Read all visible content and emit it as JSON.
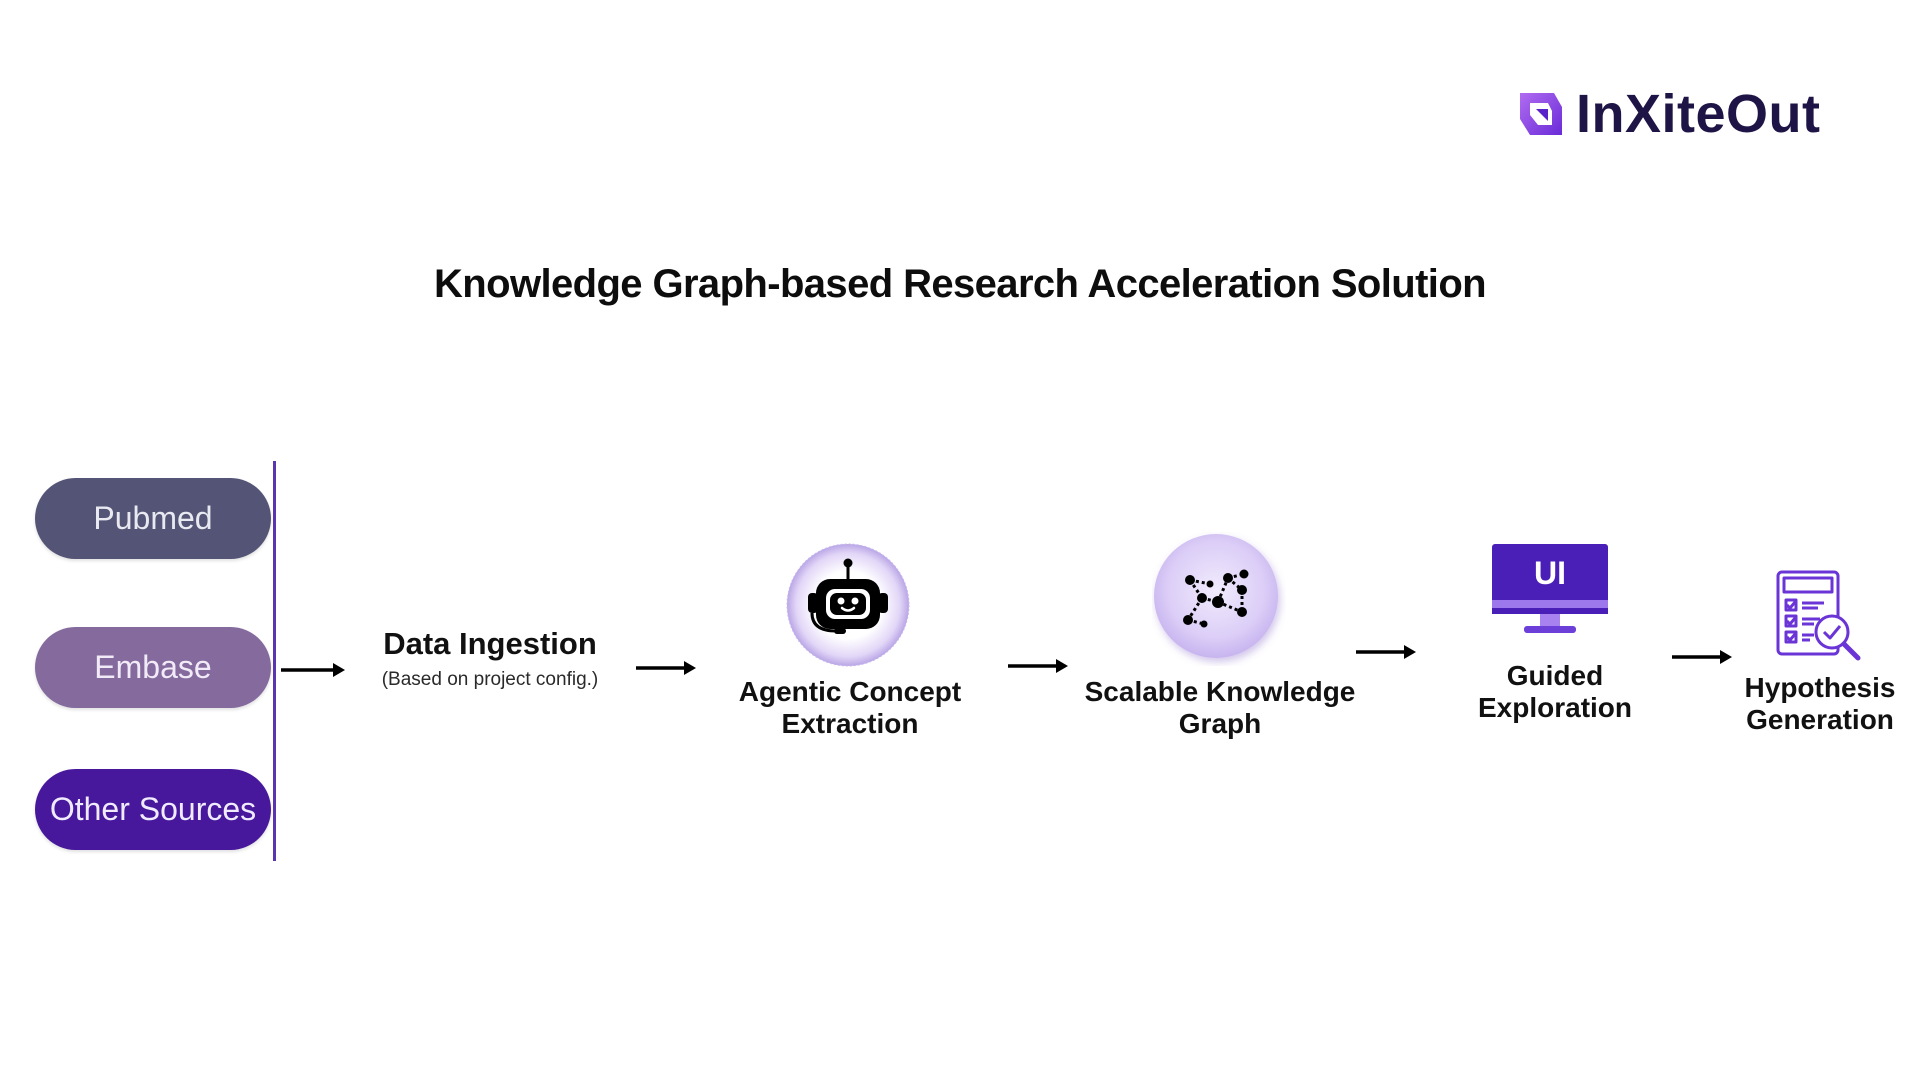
{
  "logo": {
    "text": "InXiteOut"
  },
  "title": "Knowledge Graph-based Research Acceleration Solution",
  "sources": [
    "Pubmed",
    "Embase",
    "Other Sources"
  ],
  "ingestion": {
    "label": "Data Ingestion",
    "note": "(Based on project config.)"
  },
  "stages": [
    {
      "label": "Agentic Concept Extraction",
      "icon": "robot-icon"
    },
    {
      "label": "Scalable Knowledge Graph",
      "icon": "graph-network-icon"
    },
    {
      "label": "Guided Exploration",
      "icon": "ui-monitor-icon",
      "icon_text": "UI"
    },
    {
      "label": "Hypothesis Generation",
      "icon": "checklist-search-icon"
    }
  ],
  "colors": {
    "accent": "#5b35b0",
    "brand": "#7b3fe4",
    "pubmed": "#545476",
    "embase": "#856a9e",
    "other_sources": "#47189c",
    "monitor": "#4a1fb8"
  }
}
